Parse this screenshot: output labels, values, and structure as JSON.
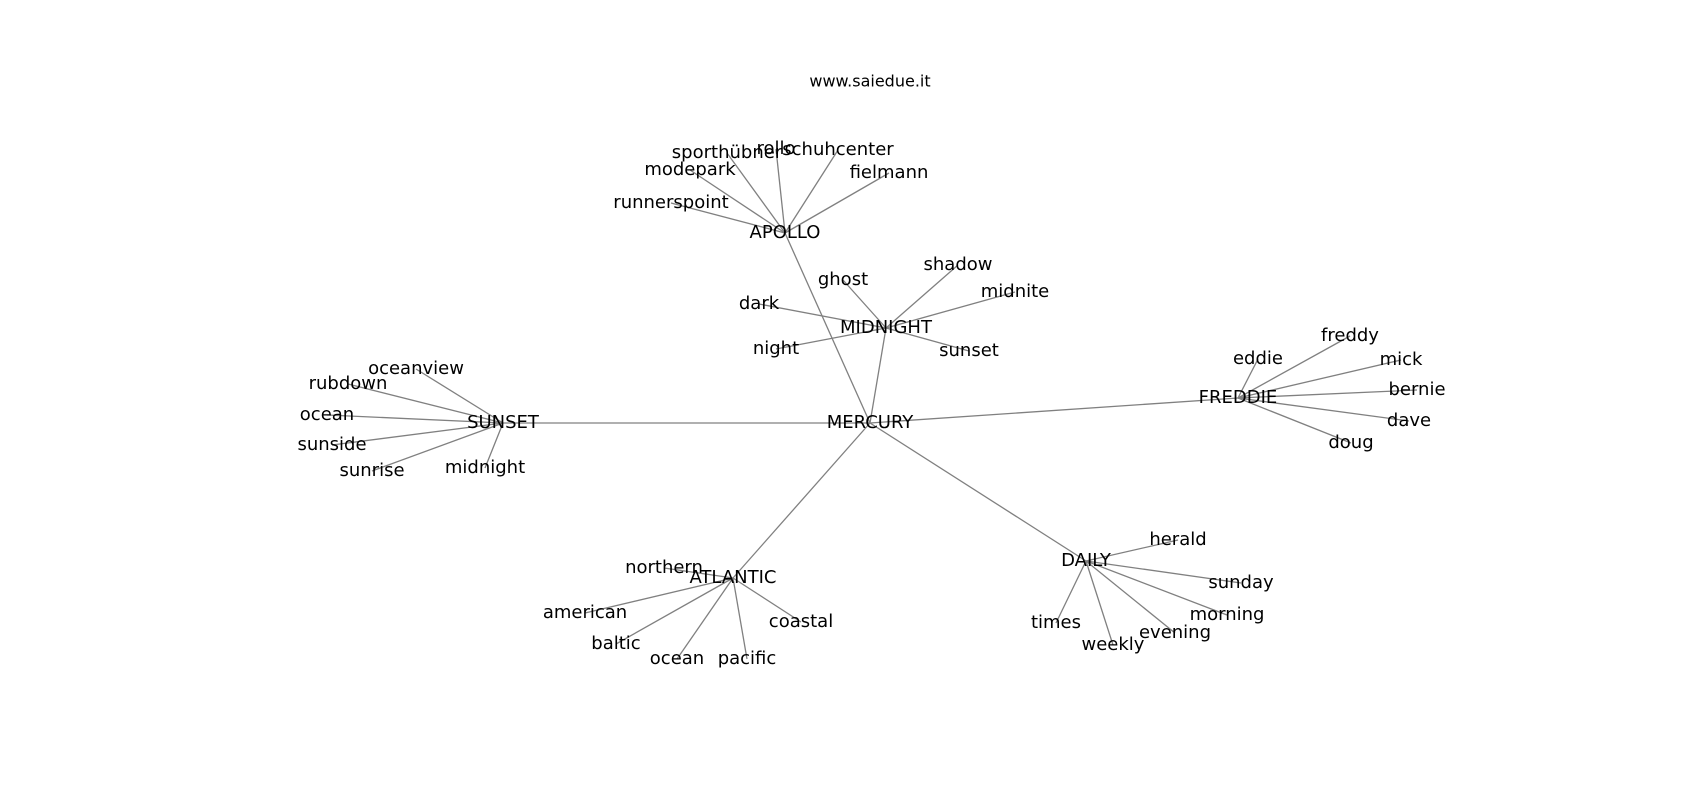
{
  "source_text": "www.saiedue.it",
  "graph": {
    "root": "MERCURY",
    "hubs": [
      {
        "name": "APOLLO",
        "leaves": [
          "runnerspoint",
          "modepark",
          "sporthübner",
          "rollo",
          "schuhcenter",
          "fielmann"
        ]
      },
      {
        "name": "MIDNIGHT",
        "leaves": [
          "dark",
          "ghost",
          "shadow",
          "midnite",
          "night",
          "sunset"
        ]
      },
      {
        "name": "FREDDIE",
        "leaves": [
          "eddie",
          "freddy",
          "mick",
          "bernie",
          "dave",
          "doug"
        ]
      },
      {
        "name": "SUNSET",
        "leaves": [
          "oceanview",
          "rubdown",
          "ocean",
          "sunside",
          "sunrise",
          "midnight"
        ]
      },
      {
        "name": "ATLANTIC",
        "leaves": [
          "northern",
          "american",
          "baltic",
          "ocean",
          "pacific",
          "coastal"
        ]
      },
      {
        "name": "DAILY",
        "leaves": [
          "herald",
          "sunday",
          "morning",
          "evening",
          "weekly",
          "times"
        ]
      }
    ]
  }
}
